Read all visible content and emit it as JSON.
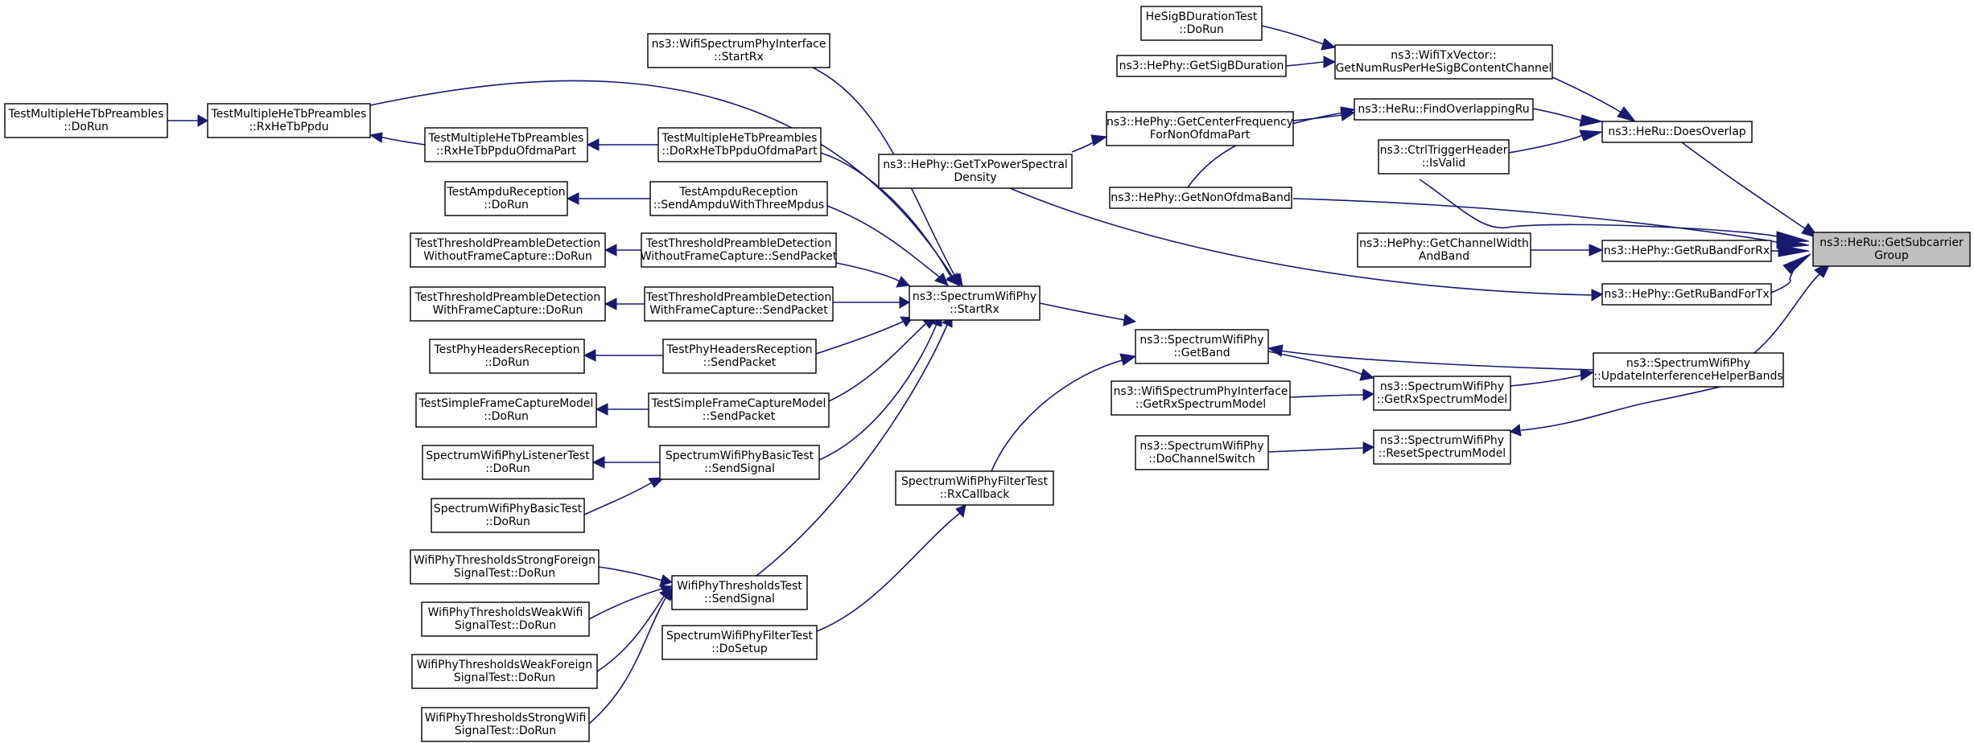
{
  "graph": {
    "type": "doxygen-caller-graph",
    "edge_color": "#191970",
    "root_fill": "#bfbfbf",
    "nodes": [
      {
        "id": "root",
        "lines": [
          "ns3::HeRu::GetSubcarrier",
          "Group"
        ],
        "root": true
      },
      {
        "id": "doesOverlap",
        "lines": [
          "ns3::HeRu::DoesOverlap"
        ]
      },
      {
        "id": "getRuBandForRx",
        "lines": [
          "ns3::HePhy::GetRuBandForRx"
        ]
      },
      {
        "id": "getRuBandForTx",
        "lines": [
          "ns3::HePhy::GetRuBandForTx"
        ]
      },
      {
        "id": "getNonOfdmaBand",
        "lines": [
          "ns3::HePhy::GetNonOfdmaBand"
        ]
      },
      {
        "id": "updateIHB",
        "lines": [
          "ns3::SpectrumWifiPhy",
          "::UpdateInterferenceHelperBands"
        ]
      },
      {
        "id": "getNumRus",
        "lines": [
          "ns3::WifiTxVector::",
          "GetNumRusPerHeSigBContentChannel"
        ]
      },
      {
        "id": "findOverlapping",
        "lines": [
          "ns3::HeRu::FindOverlappingRu"
        ]
      },
      {
        "id": "ctrlTrigger",
        "lines": [
          "ns3::CtrlTriggerHeader",
          "::IsValid"
        ]
      },
      {
        "id": "heSigB",
        "lines": [
          "HeSigBDurationTest",
          "::DoRun"
        ]
      },
      {
        "id": "getSigB",
        "lines": [
          "ns3::HePhy::GetSigBDuration"
        ]
      },
      {
        "id": "getCenterFreq",
        "lines": [
          "ns3::HePhy::GetCenterFrequency",
          "ForNonOfdmaPart"
        ]
      },
      {
        "id": "getTxPsd",
        "lines": [
          "ns3::HePhy::GetTxPowerSpectral",
          "Density"
        ]
      },
      {
        "id": "getChanWidth",
        "lines": [
          "ns3::HePhy::GetChannelWidth",
          "AndBand"
        ]
      },
      {
        "id": "getBand",
        "lines": [
          "ns3::SpectrumWifiPhy",
          "::GetBand"
        ]
      },
      {
        "id": "getRxSM",
        "lines": [
          "ns3::SpectrumWifiPhy",
          "::GetRxSpectrumModel"
        ]
      },
      {
        "id": "resetSM",
        "lines": [
          "ns3::SpectrumWifiPhy",
          "::ResetSpectrumModel"
        ]
      },
      {
        "id": "wspiGetRxSM",
        "lines": [
          "ns3::WifiSpectrumPhyInterface",
          "::GetRxSpectrumModel"
        ]
      },
      {
        "id": "doChanSwitch",
        "lines": [
          "ns3::SpectrumWifiPhy",
          "::DoChannelSwitch"
        ]
      },
      {
        "id": "startRx",
        "lines": [
          "ns3::SpectrumWifiPhy",
          "::StartRx"
        ]
      },
      {
        "id": "filterRxCb",
        "lines": [
          "SpectrumWifiPhyFilterTest",
          "::RxCallback"
        ]
      },
      {
        "id": "filterDoSetup",
        "lines": [
          "SpectrumWifiPhyFilterTest",
          "::DoSetup"
        ]
      },
      {
        "id": "wspiStartRx",
        "lines": [
          "ns3::WifiSpectrumPhyInterface",
          "::StartRx"
        ]
      },
      {
        "id": "rxHeTbPpdu",
        "lines": [
          "TestMultipleHeTbPreambles",
          "::RxHeTbPpdu"
        ]
      },
      {
        "id": "tmhtpDoRun",
        "lines": [
          "TestMultipleHeTbPreambles",
          "::DoRun"
        ]
      },
      {
        "id": "rxHeTbOfdma",
        "lines": [
          "TestMultipleHeTbPreambles",
          "::RxHeTbPpduOfdmaPart"
        ]
      },
      {
        "id": "doRxHeTbOfdma",
        "lines": [
          "TestMultipleHeTbPreambles",
          "::DoRxHeTbPpduOfdmaPart"
        ]
      },
      {
        "id": "sendAmpdu",
        "lines": [
          "TestAmpduReception",
          "::SendAmpduWithThreeMpdus"
        ]
      },
      {
        "id": "ampduDoRun",
        "lines": [
          "TestAmpduReception",
          "::DoRun"
        ]
      },
      {
        "id": "tpdWoSend",
        "lines": [
          "TestThresholdPreambleDetection",
          "WithoutFrameCapture::SendPacket"
        ]
      },
      {
        "id": "tpdWoDoRun",
        "lines": [
          "TestThresholdPreambleDetection",
          "WithoutFrameCapture::DoRun"
        ]
      },
      {
        "id": "tpdWSend",
        "lines": [
          "TestThresholdPreambleDetection",
          "WithFrameCapture::SendPacket"
        ]
      },
      {
        "id": "tpdWDoRun",
        "lines": [
          "TestThresholdPreambleDetection",
          "WithFrameCapture::DoRun"
        ]
      },
      {
        "id": "phrSend",
        "lines": [
          "TestPhyHeadersReception",
          "::SendPacket"
        ]
      },
      {
        "id": "phrDoRun",
        "lines": [
          "TestPhyHeadersReception",
          "::DoRun"
        ]
      },
      {
        "id": "sfcSend",
        "lines": [
          "TestSimpleFrameCaptureModel",
          "::SendPacket"
        ]
      },
      {
        "id": "sfcDoRun",
        "lines": [
          "TestSimpleFrameCaptureModel",
          "::DoRun"
        ]
      },
      {
        "id": "swpbSendSignal",
        "lines": [
          "SpectrumWifiPhyBasicTest",
          "::SendSignal"
        ]
      },
      {
        "id": "listenerDoRun",
        "lines": [
          "SpectrumWifiPhyListenerTest",
          "::DoRun"
        ]
      },
      {
        "id": "swpbDoRun",
        "lines": [
          "SpectrumWifiPhyBasicTest",
          "::DoRun"
        ]
      },
      {
        "id": "wptSendSignal",
        "lines": [
          "WifiPhyThresholdsTest",
          "::SendSignal"
        ]
      },
      {
        "id": "strongForeign",
        "lines": [
          "WifiPhyThresholdsStrongForeign",
          "SignalTest::DoRun"
        ]
      },
      {
        "id": "weakWifi",
        "lines": [
          "WifiPhyThresholdsWeakWifi",
          "SignalTest::DoRun"
        ]
      },
      {
        "id": "weakForeign",
        "lines": [
          "WifiPhyThresholdsWeakForeign",
          "SignalTest::DoRun"
        ]
      },
      {
        "id": "strongWifi",
        "lines": [
          "WifiPhyThresholdsStrongWifi",
          "SignalTest::DoRun"
        ]
      }
    ]
  }
}
